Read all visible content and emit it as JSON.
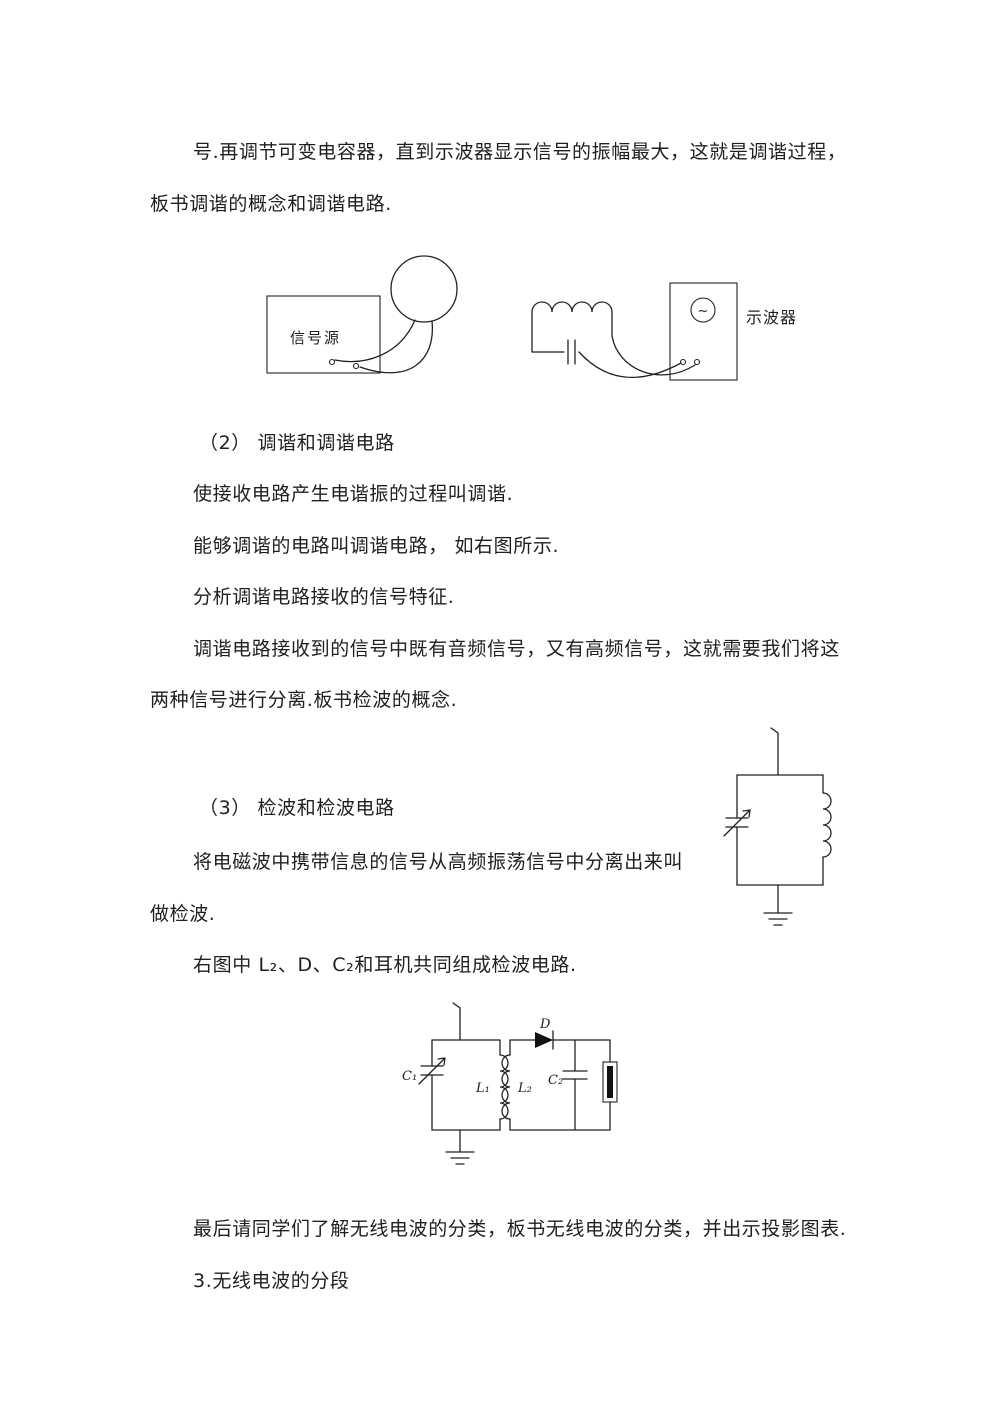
{
  "doc": {
    "lines": [
      "号.再调节可变电容器，直到示波器显示信号的振幅最大，这就是调谐过程，",
      "板书调谐的概念和调谐电路.",
      "（2） 调谐和调谐电路",
      "使接收电路产生电谐振的过程叫调谐.",
      "能够调谐的电路叫调谐电路， 如右图所示.",
      "分析调谐电路接收的信号特征.",
      "调谐电路接收到的信号中既有音频信号，又有高频信号，这就需要我们将这",
      "两种信号进行分离.板书检波的概念.",
      "（3） 检波和检波电路",
      "将电磁波中携带信息的信号从高频振荡信号中分离出来叫",
      "做检波.",
      "右图中 L₂、D、C₂和耳机共同组成检波电路.",
      "最后请同学们了解无线电波的分类，板书无线电波的分类，并出示投影图表.",
      "3.无线电波的分段"
    ]
  },
  "fig_apparatus": {
    "signal_source_label": "信号源",
    "oscilloscope_label": "示波器",
    "sine_symbol": "~"
  },
  "fig_detector": {
    "c1": "C₁",
    "l1": "L₁",
    "l2": "L₂",
    "c2": "C₂",
    "d": "D"
  },
  "colors": {
    "ink": "#1f1f1f",
    "paper": "#ffffff"
  }
}
